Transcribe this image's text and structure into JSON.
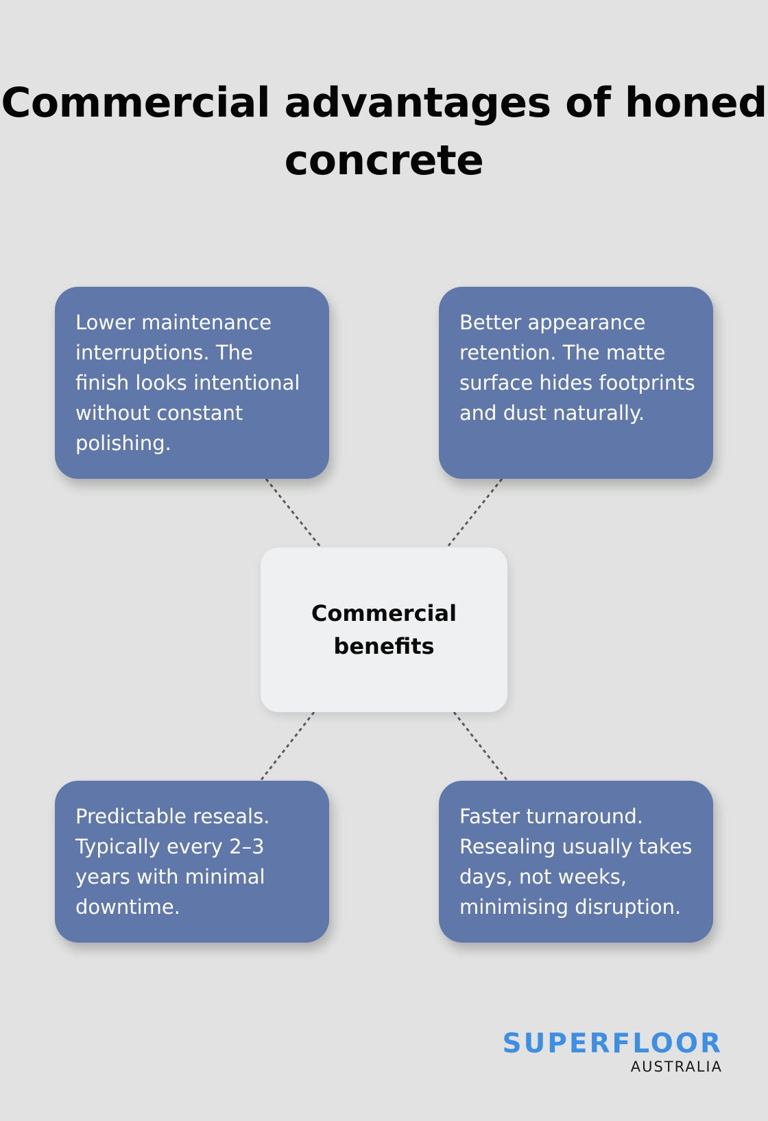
{
  "title": "Commercial advantages of honed concrete",
  "hub": {
    "label": "Commercial benefits"
  },
  "cards": {
    "top_left": "Lower maintenance interruptions. The finish looks intentional without constant polishing.",
    "top_right": "Better appearance retention. The matte surface hides footprints and dust naturally.",
    "bottom_left": "Predictable reseals. Typically every 2–3 years with minimal downtime.",
    "bottom_right": "Faster turnaround. Resealing usually takes days, not weeks, minimising disruption."
  },
  "logo": {
    "main": "SUPERFLOOR",
    "sub": "AUSTRALIA"
  },
  "colors": {
    "background": "#e1e2e1",
    "card": "#5f77a9",
    "hub": "#eff0f1",
    "brand": "#3e8fe2"
  }
}
